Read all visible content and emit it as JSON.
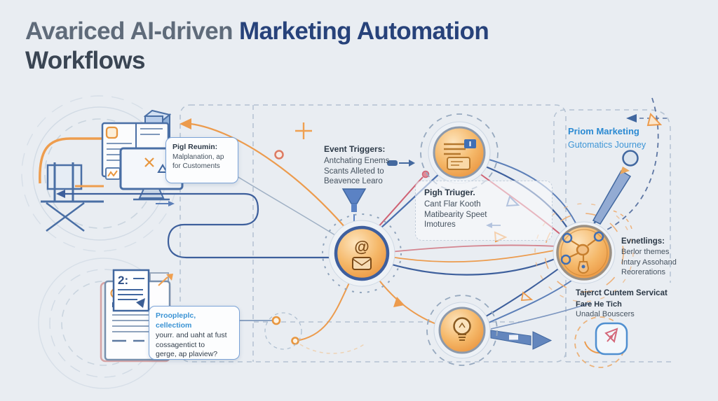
{
  "title": {
    "prefix": "Avariced AI-driven ",
    "highlight": "Marketing Automation",
    "suffix": "Workflows"
  },
  "colors": {
    "background": "#e9edf2",
    "accent_orange": "#ec9b4d",
    "accent_navy": "#3d5f9c",
    "title_navy": "#27427a",
    "title_gray": "#5f6b7a",
    "accent_red": "#cf6274",
    "link_blue": "#2e8fd8",
    "dashed_gray": "#b4c2d2",
    "text_dark": "#2c3947",
    "node_fill": "#f2b269"
  },
  "icons": {
    "hub": "at-email-icon",
    "top_node": "message-send-icon",
    "bottom_node": "lightbulb-icon",
    "right_node": "ai-network-icon",
    "funnel": "funnel-icon",
    "magnifier_pen": "magnifier-pen-icon",
    "pen_arrow": "pen-arrow-icon",
    "monitor": "monitor-icon",
    "documents": "documents-stack-icon",
    "target": "target-circle-icon"
  },
  "callouts": {
    "top_left": {
      "heading": "Pigl Reumin:",
      "lines": [
        "Malplanation, ap",
        "for Customents"
      ]
    },
    "bottom_left": {
      "heading": "Proopleplc, cellectiom",
      "lines": [
        "yourr. and uaht at fust",
        "cossagentict to",
        "gerge, ap plaview?"
      ]
    },
    "event_triggers": {
      "heading": "Event Triggers:",
      "lines": [
        "Antchating Enems",
        "Scants Alleted to",
        "Beavence Learo"
      ]
    },
    "pigh_triuger": {
      "heading": "Pigh Triuger.",
      "lines": [
        "Cant Flar Kooth",
        "Matibearity Speet",
        "Imotures"
      ]
    },
    "priom_marketing": {
      "heading": "Priom Marketing",
      "lines": [
        "Gutomatics Journey"
      ]
    },
    "evnetlings": {
      "heading": "Evnetlings:",
      "lines": [
        "Berlor themes",
        "Intary Assohand",
        "Reorerations"
      ]
    },
    "tajerct": {
      "heading": "Tajerct Cuntem Servicat",
      "subheading": "Fare He Tich",
      "lines": [
        "Unadal Bouscers"
      ]
    }
  },
  "nodes": {
    "hub": {
      "glyph": "@"
    },
    "doc_number": "2:"
  }
}
